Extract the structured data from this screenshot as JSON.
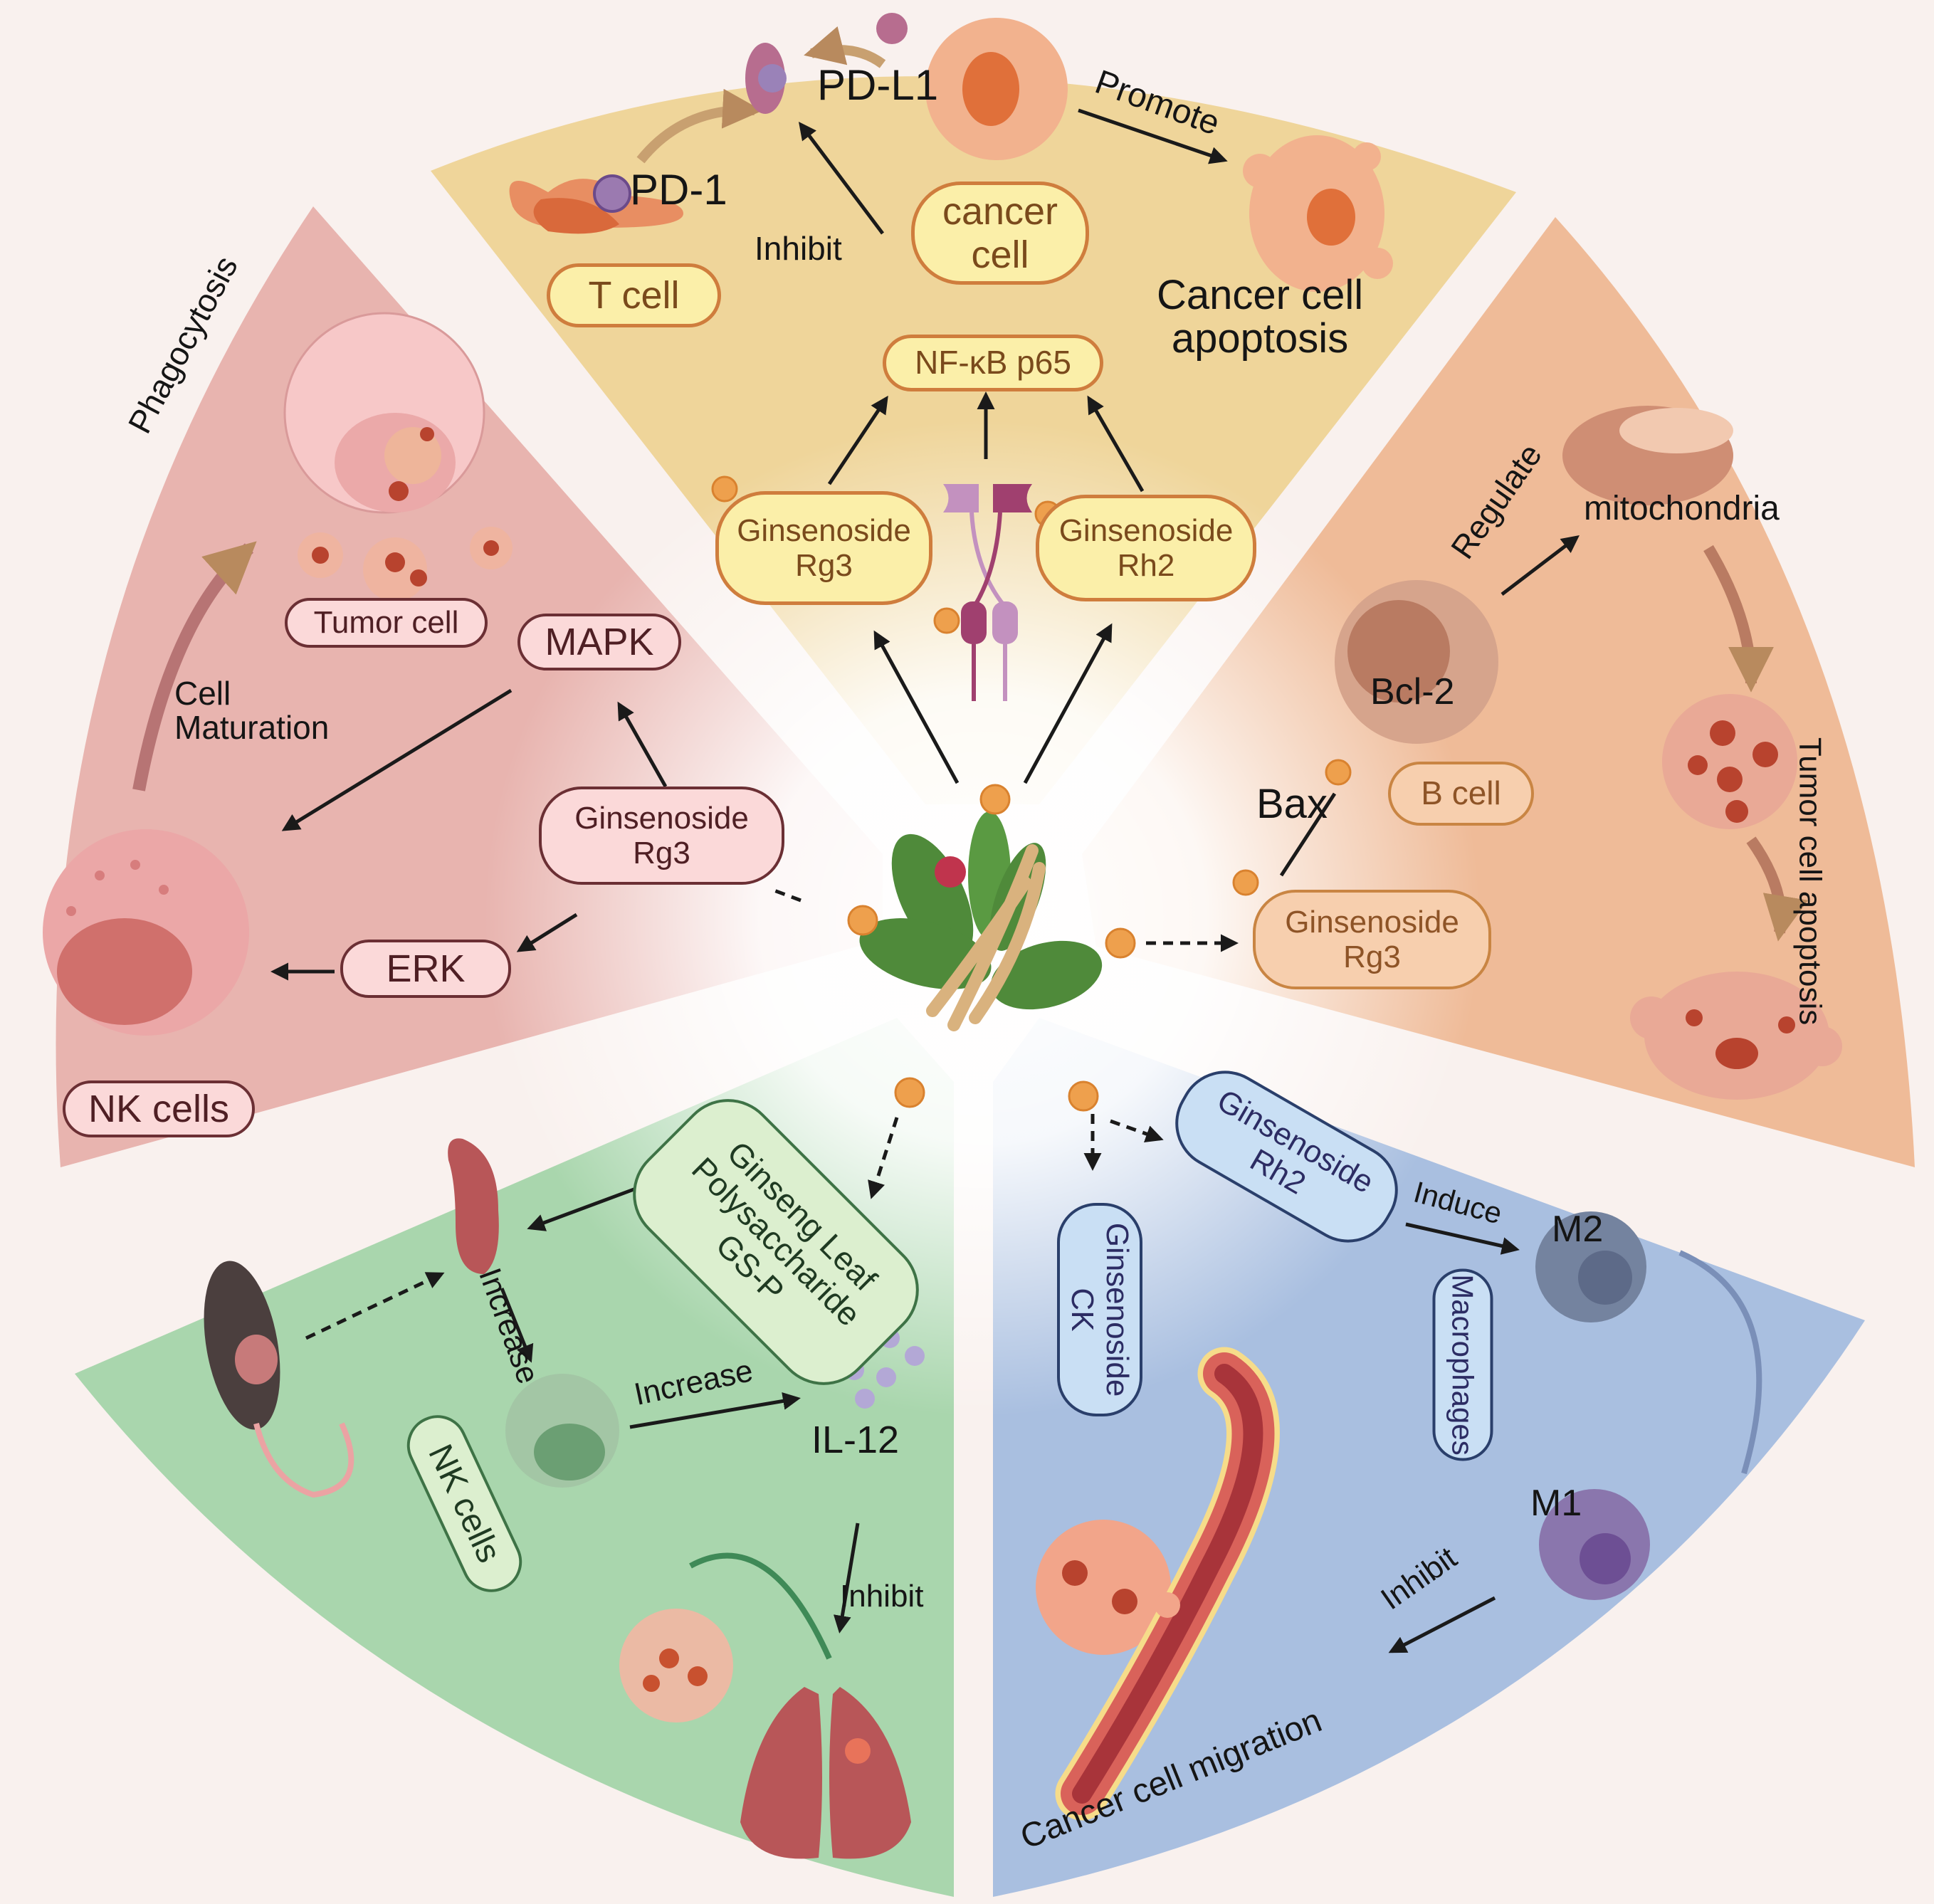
{
  "center": {
    "icon": "ginseng-root-icon"
  },
  "colors": {
    "yellow_sector": "#efd59a",
    "pink_sector": "#e8b4af",
    "peach_sector": "#efbb98",
    "green_sector": "#a9d6ad",
    "blue_sector": "#a9bfe0",
    "compound_dot": "#eea04d",
    "arrow": "#1a1a1a"
  },
  "top": {
    "pd1": "PD-1",
    "pdl1": "PD-L1",
    "t_cell": "T  cell",
    "cancer_cell": "cancer\ncell",
    "promote": "Promote",
    "inhibit": "Inhibit",
    "outcome": "Cancer cell\napoptosis",
    "nfkb": "NF-κB  p65",
    "rg3": "Ginsenoside\nRg3",
    "rh2": "Ginsenoside\nRh2"
  },
  "left": {
    "phagocytosis": "Phagocytosis",
    "tumor_cell": "Tumor  cell",
    "mapk": "MAPK",
    "cell_maturation": "Cell\nMaturation",
    "rg3": "Ginsenoside\nRg3",
    "erk": "ERK",
    "nk_cells": "NK  cells"
  },
  "right": {
    "regulate": "Regulate",
    "mitochondria": "mitochondria",
    "bcl2": "Bcl-2",
    "bax": "Bax",
    "b_cell": "B   cell",
    "rg3": "Ginsenoside\nRg3",
    "outcome": "Tumor cell apoptosis"
  },
  "bottom_left": {
    "gs_p": "Ginseng Leaf\nPolysaccharide\nGS-P",
    "increase_1": "Increase",
    "increase_2": "Increase",
    "il12": "IL-12",
    "nk_cells": "NK  cells",
    "inhibit": "Inhibit"
  },
  "bottom_right": {
    "ck": "Ginsenoside\nCK",
    "rh2": "Ginsenoside\nRh2",
    "induce": "Induce",
    "m2": "M2",
    "macrophages": "Macrophages",
    "m1": "M1",
    "inhibit": "Inhibit",
    "outcome": "Cancer cell migration"
  }
}
